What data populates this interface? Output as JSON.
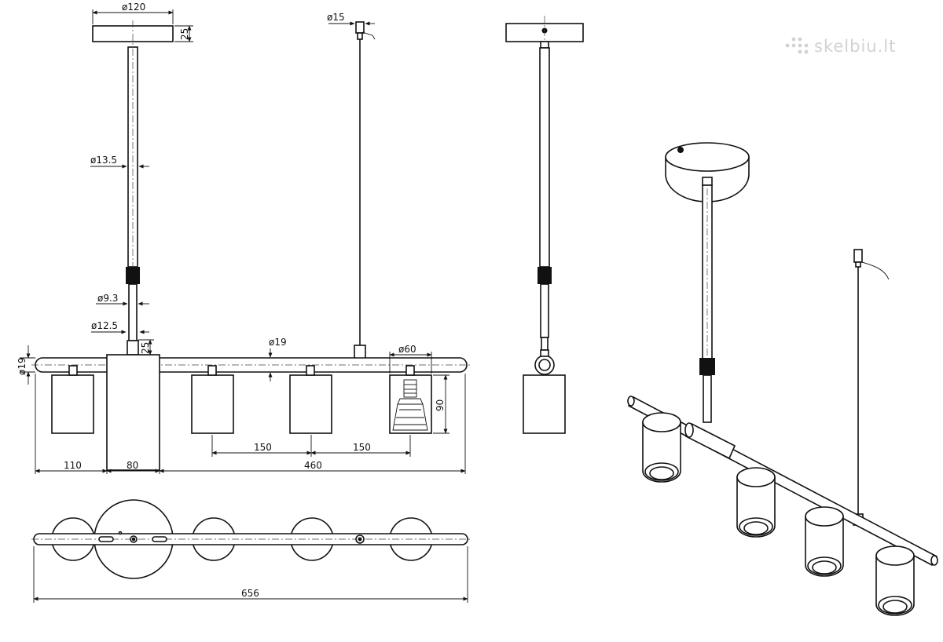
{
  "dimensions": {
    "canopy_diameter": "ø120",
    "canopy_height": "25",
    "cable_diameter": "ø15",
    "rod_diameter": "ø13.5",
    "lower_rod_diameter": "ø9.3",
    "rod_end_diameter": "ø12.5",
    "rod_end_height": "25",
    "bar_diameter": "ø19",
    "bar_diameter_side": "ø19",
    "shade_diameter": "ø60",
    "shade_height": "90",
    "spacing_1": "150",
    "spacing_2": "150",
    "offset_left": "110",
    "offset_center": "80",
    "length_right": "460",
    "total_length": "656"
  },
  "watermark": {
    "text": "skelbiu.lt",
    "icon": "skelbiu-logo-icon"
  }
}
